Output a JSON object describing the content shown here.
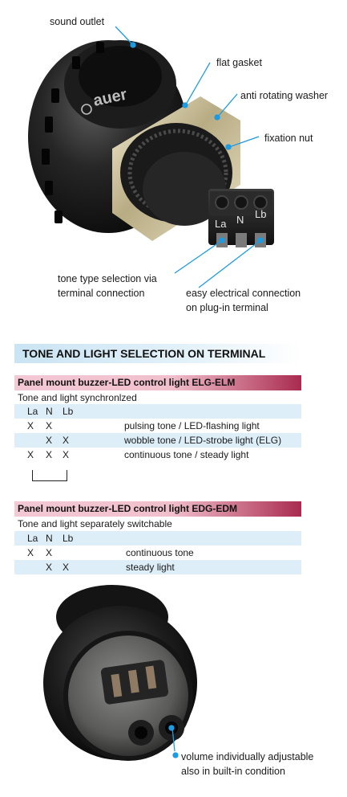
{
  "callouts": {
    "sound_outlet": "sound outlet",
    "flat_gasket": "flat gasket",
    "anti_rotating_washer": "anti rotating washer",
    "fixation_nut": "fixation nut",
    "tone_type_line1": "tone type selection via",
    "tone_type_line2": "terminal connection",
    "easy_connection_line1": "easy electrical connection",
    "easy_connection_line2": "on plug-in terminal",
    "volume_line1": "volume individually adjustable",
    "volume_line2": "also in built-in condition"
  },
  "terminal_labels": {
    "la": "La",
    "n": "N",
    "lb": "Lb"
  },
  "brand_text": "auer",
  "section_title": "TONE AND LIGHT SELECTION ON TERMINAL",
  "table1": {
    "header": "Panel mount buzzer-LED control light ELG-ELM",
    "subtitle": "Tone and light synchronlzed",
    "columns": [
      "La",
      "N",
      "Lb"
    ],
    "rows": [
      {
        "la": "X",
        "n": "X",
        "lb": "",
        "desc": "pulsing tone / LED-flashing light"
      },
      {
        "la": "",
        "n": "X",
        "lb": "X",
        "desc": "wobble tone / LED-strobe light (ELG)"
      },
      {
        "la": "X",
        "n": "X",
        "lb": "X",
        "desc": "continuous tone / steady light"
      }
    ]
  },
  "table2": {
    "header": "Panel mount buzzer-LED control light EDG-EDM",
    "subtitle": "Tone and light separately switchable",
    "columns": [
      "La",
      "N",
      "Lb"
    ],
    "rows": [
      {
        "la": "X",
        "n": "X",
        "lb": "",
        "desc": "continuous tone"
      },
      {
        "la": "",
        "n": "X",
        "lb": "X",
        "desc": "steady light"
      }
    ]
  },
  "colors": {
    "section_bar": "#c9e4f3",
    "table_header": "#f1bfcc",
    "table_header_accent": "#a92b4f",
    "row_shade": "#ddeef8",
    "callout_dot": "#1e9be0"
  }
}
